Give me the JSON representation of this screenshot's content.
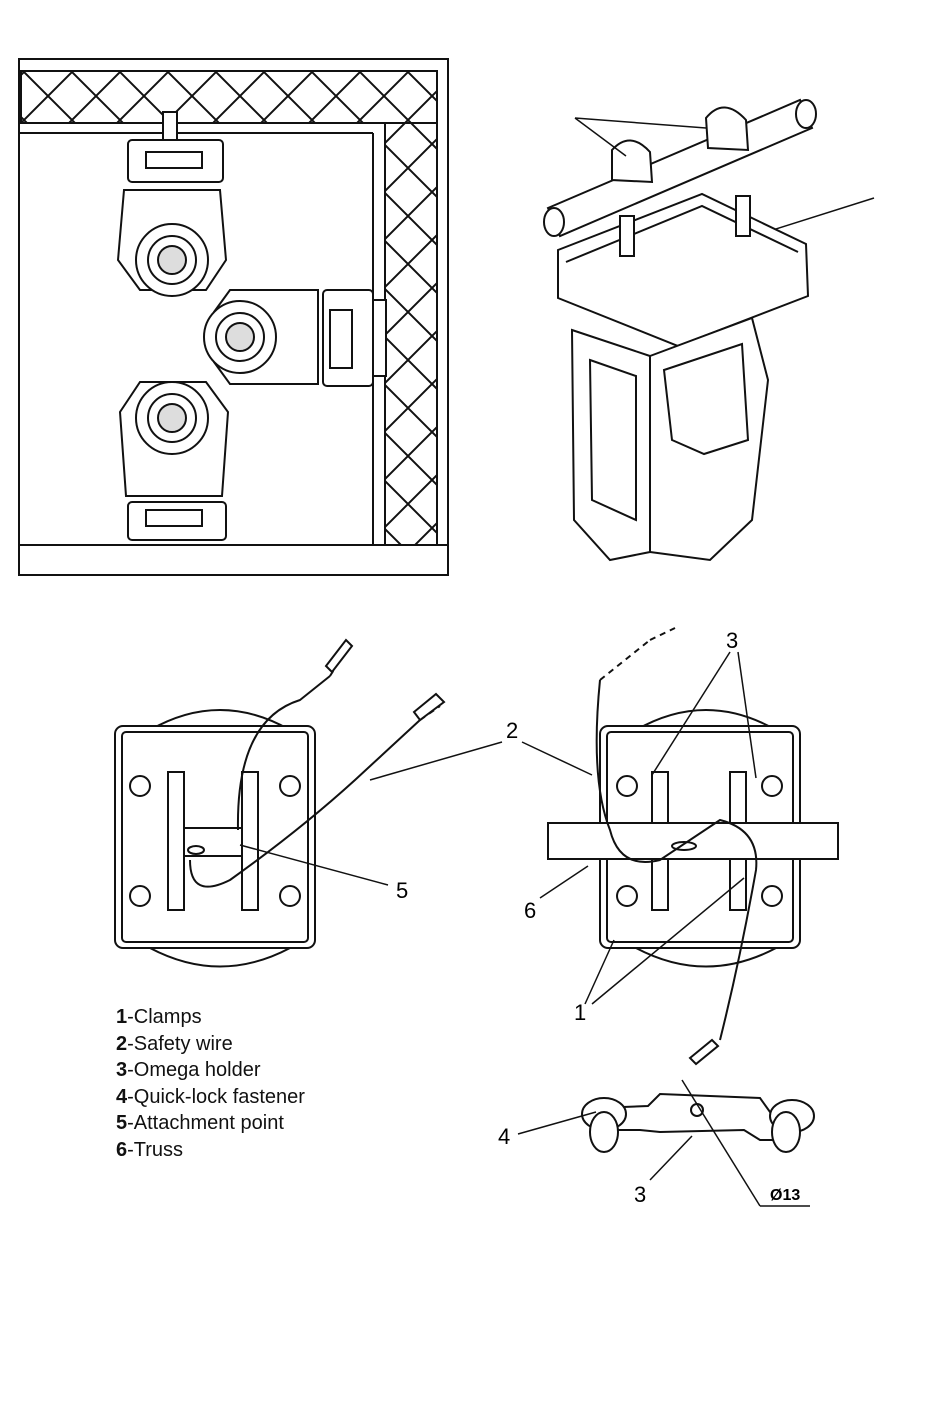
{
  "legend": [
    {
      "num": "1",
      "text": "-Clamps"
    },
    {
      "num": "2",
      "text": "-Safety wire"
    },
    {
      "num": "3",
      "text": "-Omega holder"
    },
    {
      "num": "4",
      "text": "-Quick-lock fastener"
    },
    {
      "num": "5",
      "text": "-Attachment point"
    },
    {
      "num": "6",
      "text": "-Truss"
    }
  ],
  "callouts": {
    "c1": "1",
    "c2": "2",
    "c3_top": "3",
    "c3_bottom": "3",
    "c4": "4",
    "c5": "5",
    "c6": "6"
  },
  "dimension": "Ø13"
}
